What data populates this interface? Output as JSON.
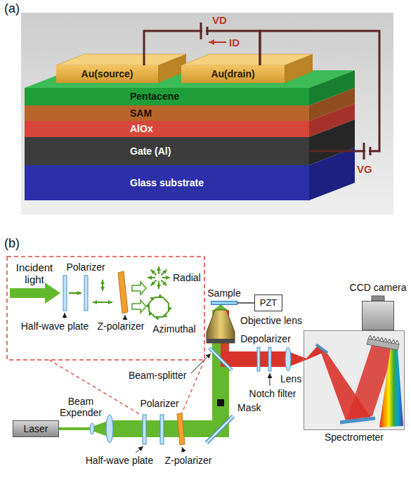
{
  "diagram": {
    "nodes": [
      {
        "text": [
          "Au(source)"
        ]
      },
      {
        "text": [
          "Au(drain)"
        ]
      },
      {
        "text": [
          "Pentacene"
        ]
      },
      {
        "text": [
          "SAM"
        ]
      },
      {
        "text": [
          "AlOx"
        ]
      },
      {
        "text": [
          "Gate (Al)"
        ]
      },
      {
        "text": [
          "Glass substrate"
        ]
      },
      {
        "text": [
          "Sample"
        ]
      },
      {
        "text": [
          "PZT"
        ]
      },
      {
        "text": [
          "CCD camera"
        ]
      },
      {
        "text": [
          "Spectrometer"
        ]
      },
      {
        "text": [
          "Laser"
        ]
      }
    ],
    "edges": [
      {
        "from": 0,
        "to": 1,
        "arrow": "none"
      },
      {
        "from": 1,
        "to": 5,
        "arrow": "none"
      },
      {
        "from": 7,
        "to": 8,
        "arrow": "none"
      }
    ],
    "labels": [
      "(a)",
      "VD",
      "ID",
      "VG",
      "(b)",
      "Incident light",
      "Polarizer",
      "Half-wave plate",
      "Z-polarizer",
      "Radial",
      "Azimuthal",
      "Objective lens",
      "Depolarizer",
      "Beam-splitter",
      "Lens",
      "Notch filter",
      "Beam Expender",
      "Polarizer",
      "Mask",
      "Half-wave plate",
      "Z-polarizer"
    ]
  }
}
